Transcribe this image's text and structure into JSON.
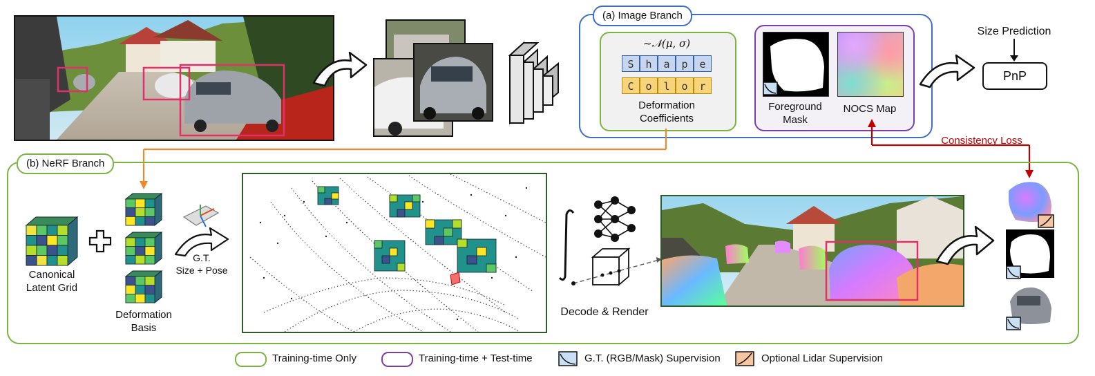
{
  "image_branch": {
    "label": "(a) Image Branch",
    "distribution": "~𝒩(μ, σ)",
    "shape_tokens": [
      "S",
      "h",
      "a",
      "p",
      "e"
    ],
    "color_tokens": [
      "C",
      "o",
      "l",
      "o",
      "r"
    ],
    "deformation_label_line1": "Deformation",
    "deformation_label_line2": "Coefficients",
    "foreground_line1": "Foreground",
    "foreground_line2": "Mask",
    "nocs_label": "NOCS Map"
  },
  "size_prediction": {
    "label": "Size Prediction",
    "pnp_label": "PnP"
  },
  "consistency_loss": "Consistency Loss",
  "nerf_branch": {
    "label": "(b) NeRF Branch",
    "canonical_line1": "Canonical",
    "canonical_line2": "Latent Grid",
    "deformation_basis_line1": "Deformation",
    "deformation_basis_line2": "Basis",
    "gt_line1": "G.T.",
    "gt_line2": "Size + Pose",
    "decode_render": "Decode & Render"
  },
  "legend": [
    {
      "label": "Training-time Only",
      "color": "#7cb342"
    },
    {
      "label": "Training-time + Test-time",
      "color": "#7b3fa6"
    },
    {
      "label": "G.T. (RGB/Mask) Supervision",
      "color": "#c9dff3"
    },
    {
      "label": "Optional Lidar Supervision",
      "color": "#f5c6a1"
    }
  ],
  "colors": {
    "image_branch_border": "#3f6fc2",
    "training_green": "#7cb342",
    "purple": "#7b3fa6",
    "orange_arrow": "#ee8a2e",
    "red_arrow": "#c00000",
    "bbox_pink": "#e0306a"
  }
}
